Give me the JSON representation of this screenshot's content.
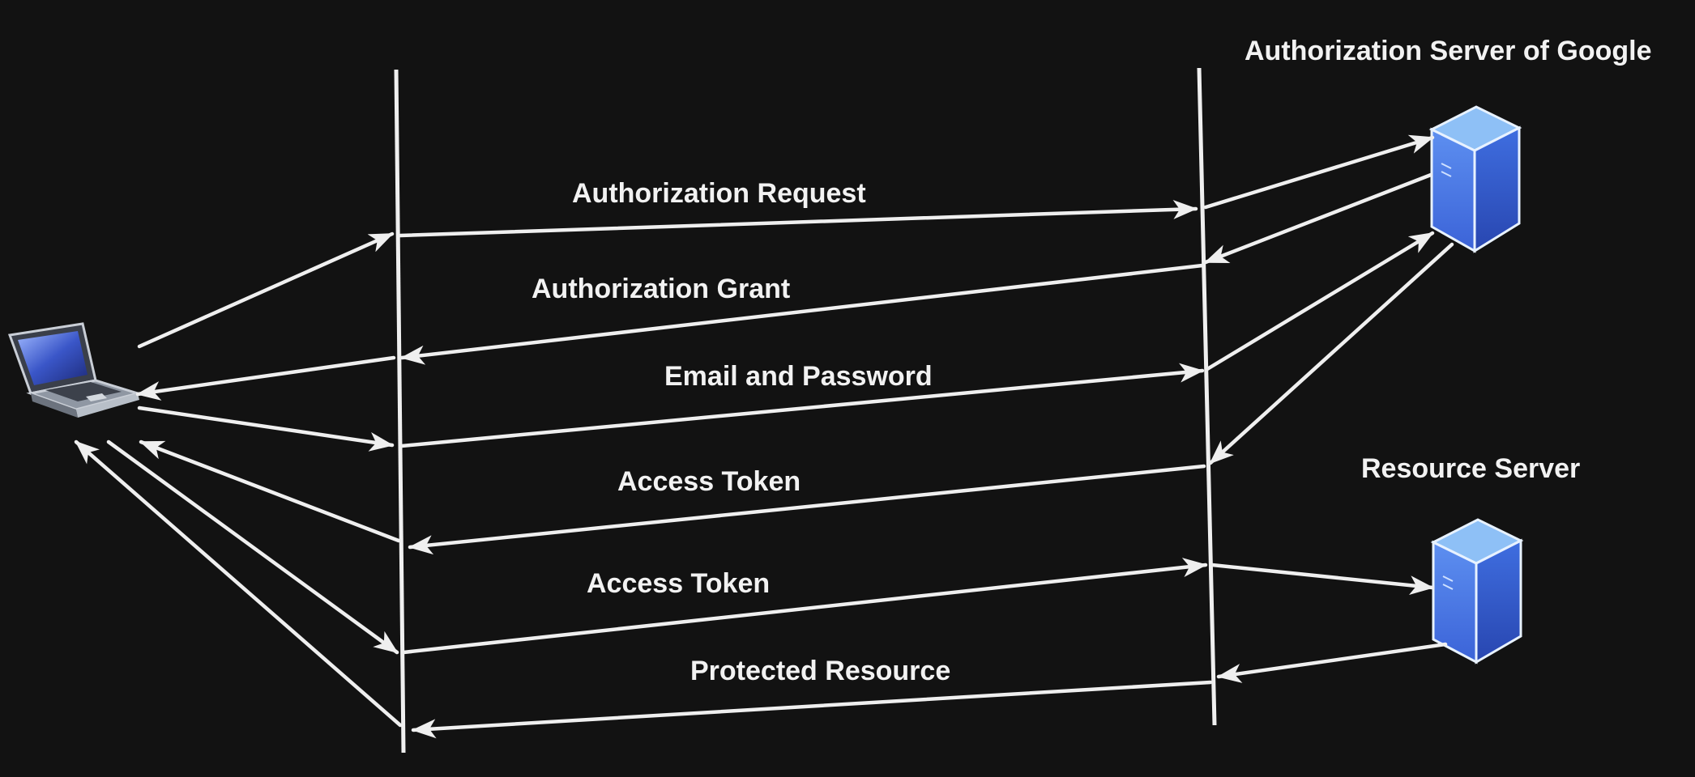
{
  "nodes": {
    "client": {
      "icon": "laptop-icon"
    },
    "auth_server": {
      "label": "Authorization Server of Google",
      "icon": "server-icon"
    },
    "resource_server": {
      "label": "Resource Server",
      "icon": "server-icon"
    }
  },
  "messages": [
    {
      "id": "auth-request",
      "label": "Authorization Request"
    },
    {
      "id": "auth-grant",
      "label": "Authorization Grant"
    },
    {
      "id": "email-password",
      "label": "Email and Password"
    },
    {
      "id": "access-token-1",
      "label": "Access Token"
    },
    {
      "id": "access-token-2",
      "label": "Access Token"
    },
    {
      "id": "protected-resource",
      "label": "Protected Resource"
    }
  ],
  "colors": {
    "background": "#121212",
    "line": "#efefef",
    "text": "#f2f2f2",
    "server_front": "#4a78e0",
    "server_side": "#2f55c8",
    "server_top": "#7fb2f2"
  }
}
